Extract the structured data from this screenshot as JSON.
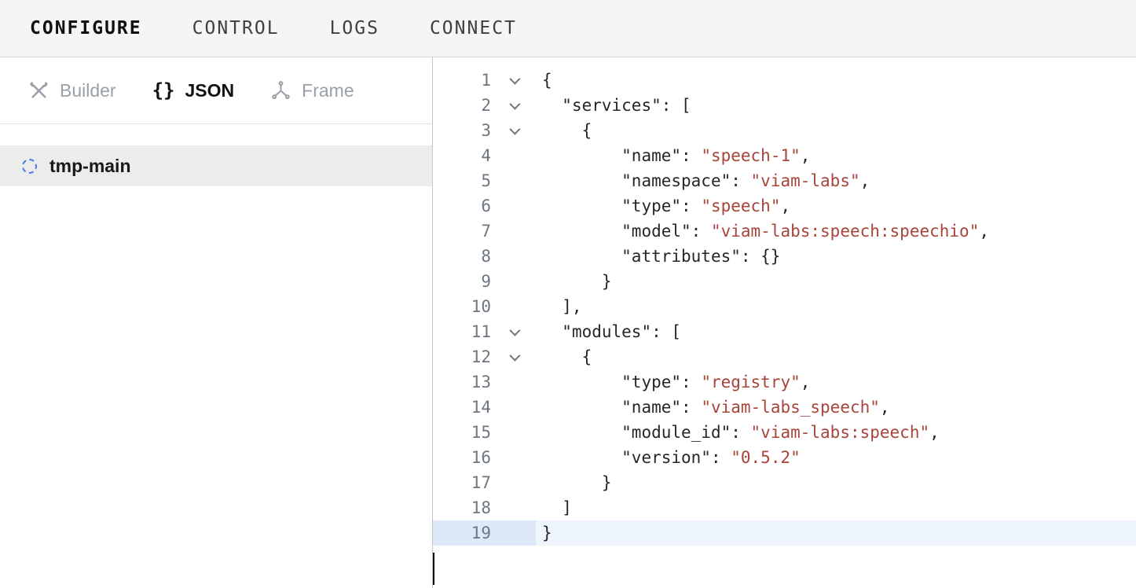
{
  "nav": {
    "tabs": [
      {
        "label": "CONFIGURE",
        "active": true
      },
      {
        "label": "CONTROL",
        "active": false
      },
      {
        "label": "LOGS",
        "active": false
      },
      {
        "label": "CONNECT",
        "active": false
      }
    ]
  },
  "sidebar": {
    "view_tabs": [
      {
        "label": "Builder",
        "icon": "tools-icon",
        "active": false
      },
      {
        "label": "JSON",
        "icon": "braces-icon",
        "active": true
      },
      {
        "label": "Frame",
        "icon": "axes-icon",
        "active": false
      }
    ],
    "items": [
      {
        "label": "tmp-main",
        "icon": "dashed-circle-icon",
        "selected": true
      }
    ]
  },
  "icons": {
    "braces": "{}"
  },
  "editor": {
    "language": "json",
    "active_line": 19,
    "lines": [
      {
        "num": "1",
        "fold": true,
        "tokens": [
          {
            "x": "{",
            "t": "pln"
          }
        ]
      },
      {
        "num": "2",
        "fold": true,
        "tokens": [
          {
            "x": "  ",
            "t": "pln"
          },
          {
            "x": "\"services\"",
            "t": "key"
          },
          {
            "x": ": [",
            "t": "pln"
          }
        ]
      },
      {
        "num": "3",
        "fold": true,
        "tokens": [
          {
            "x": "    {",
            "t": "pln"
          }
        ]
      },
      {
        "num": "4",
        "fold": false,
        "tokens": [
          {
            "x": "        ",
            "t": "pln"
          },
          {
            "x": "\"name\"",
            "t": "key"
          },
          {
            "x": ": ",
            "t": "pln"
          },
          {
            "x": "\"speech-1\"",
            "t": "str"
          },
          {
            "x": ",",
            "t": "pln"
          }
        ]
      },
      {
        "num": "5",
        "fold": false,
        "tokens": [
          {
            "x": "        ",
            "t": "pln"
          },
          {
            "x": "\"namespace\"",
            "t": "key"
          },
          {
            "x": ": ",
            "t": "pln"
          },
          {
            "x": "\"viam-labs\"",
            "t": "str"
          },
          {
            "x": ",",
            "t": "pln"
          }
        ]
      },
      {
        "num": "6",
        "fold": false,
        "tokens": [
          {
            "x": "        ",
            "t": "pln"
          },
          {
            "x": "\"type\"",
            "t": "key"
          },
          {
            "x": ": ",
            "t": "pln"
          },
          {
            "x": "\"speech\"",
            "t": "str"
          },
          {
            "x": ",",
            "t": "pln"
          }
        ]
      },
      {
        "num": "7",
        "fold": false,
        "tokens": [
          {
            "x": "        ",
            "t": "pln"
          },
          {
            "x": "\"model\"",
            "t": "key"
          },
          {
            "x": ": ",
            "t": "pln"
          },
          {
            "x": "\"viam-labs:speech:speechio\"",
            "t": "str"
          },
          {
            "x": ",",
            "t": "pln"
          }
        ]
      },
      {
        "num": "8",
        "fold": false,
        "tokens": [
          {
            "x": "        ",
            "t": "pln"
          },
          {
            "x": "\"attributes\"",
            "t": "key"
          },
          {
            "x": ": {}",
            "t": "pln"
          }
        ]
      },
      {
        "num": "9",
        "fold": false,
        "tokens": [
          {
            "x": "      }",
            "t": "pln"
          }
        ]
      },
      {
        "num": "10",
        "fold": false,
        "tokens": [
          {
            "x": "  ],",
            "t": "pln"
          }
        ]
      },
      {
        "num": "11",
        "fold": true,
        "tokens": [
          {
            "x": "  ",
            "t": "pln"
          },
          {
            "x": "\"modules\"",
            "t": "key"
          },
          {
            "x": ": [",
            "t": "pln"
          }
        ]
      },
      {
        "num": "12",
        "fold": true,
        "tokens": [
          {
            "x": "    {",
            "t": "pln"
          }
        ]
      },
      {
        "num": "13",
        "fold": false,
        "tokens": [
          {
            "x": "        ",
            "t": "pln"
          },
          {
            "x": "\"type\"",
            "t": "key"
          },
          {
            "x": ": ",
            "t": "pln"
          },
          {
            "x": "\"registry\"",
            "t": "str"
          },
          {
            "x": ",",
            "t": "pln"
          }
        ]
      },
      {
        "num": "14",
        "fold": false,
        "tokens": [
          {
            "x": "        ",
            "t": "pln"
          },
          {
            "x": "\"name\"",
            "t": "key"
          },
          {
            "x": ": ",
            "t": "pln"
          },
          {
            "x": "\"viam-labs_speech\"",
            "t": "str"
          },
          {
            "x": ",",
            "t": "pln"
          }
        ]
      },
      {
        "num": "15",
        "fold": false,
        "tokens": [
          {
            "x": "        ",
            "t": "pln"
          },
          {
            "x": "\"module_id\"",
            "t": "key"
          },
          {
            "x": ": ",
            "t": "pln"
          },
          {
            "x": "\"viam-labs:speech\"",
            "t": "str"
          },
          {
            "x": ",",
            "t": "pln"
          }
        ]
      },
      {
        "num": "16",
        "fold": false,
        "tokens": [
          {
            "x": "        ",
            "t": "pln"
          },
          {
            "x": "\"version\"",
            "t": "key"
          },
          {
            "x": ": ",
            "t": "pln"
          },
          {
            "x": "\"0.5.2\"",
            "t": "str"
          }
        ]
      },
      {
        "num": "17",
        "fold": false,
        "tokens": [
          {
            "x": "      }",
            "t": "pln"
          }
        ]
      },
      {
        "num": "18",
        "fold": false,
        "tokens": [
          {
            "x": "  ]",
            "t": "pln"
          }
        ]
      },
      {
        "num": "19",
        "fold": false,
        "tokens": [
          {
            "x": "}",
            "t": "pln"
          }
        ]
      }
    ]
  },
  "colors": {
    "accent_blue": "#4a79e8",
    "string_token": "#a8443a",
    "active_line_bg": "#eef5fd",
    "active_gutter_bg": "#dde9f8",
    "selected_item_bg": "#ececec",
    "nav_bg": "#f5f5f6"
  }
}
